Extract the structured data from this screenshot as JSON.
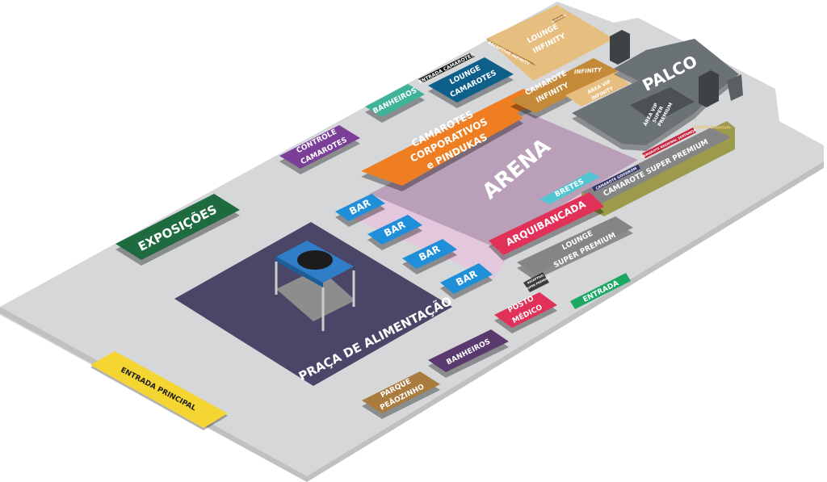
{
  "areas": {
    "exposicoes": "EXPOSIÇÕES",
    "controle_camarotes": [
      "CONTROLE",
      "CAMAROTES"
    ],
    "banheiros_top": "BANHEIROS",
    "entrada_camarotes": "ENTRADA CAMAROTES",
    "lounge_camarotes": [
      "LOUNGE",
      "CAMAROTES"
    ],
    "camarotes_corporativos": [
      "CAMAROTES",
      "CORPORATIVOS",
      "e PINDUKAS"
    ],
    "lounge_infinity": [
      "LOUNGE",
      "INFINITY"
    ],
    "receptivo_infinity": "RECEPTIVO INFINITY",
    "banheiros_infinity": "BANHEIROS",
    "camarote_infinity": [
      "CAMAROTE",
      "INFINITY"
    ],
    "infinity_logo": "INFINITY",
    "area_vip_infinity": [
      "ÁREA VIP",
      "INFINITY"
    ],
    "palco": "PALCO",
    "area_vip_super_premium": [
      "ÁREA VIP",
      "SUPER",
      "PREMIUM"
    ],
    "super_premium_logo": "SUPER Premium",
    "arena": "ARENA",
    "bretes": "BRETES",
    "camarote_goodrom": "CAMAROTE GOODROM",
    "camarote_regional": "CAMAROTE REGIONAL SERTANEJA",
    "camarote_super_premium": "CAMAROTE SUPER PREMIUM",
    "arquibancada": "ARQUIBANCADA",
    "lounge_super_premium": [
      "LOUNGE",
      "SUPER PREMIUM"
    ],
    "receptivo_super_premium": [
      "RECEPTIVO",
      "SUPER PREMIUM"
    ],
    "entrada": "ENTRADA",
    "bars": [
      "BAR",
      "BAR",
      "BAR",
      "BAR"
    ],
    "praca_alimentacao": "PRAÇA DE ALIMENTAÇÃO",
    "posto_medico": [
      "POSTO",
      "MÉDICO"
    ],
    "banheiros_bottom": "BANHEIROS",
    "parque_peaozinho": [
      "PARQUE",
      "PEÃOZINHO"
    ],
    "entrada_principal": "ENTRADA PRINCIPAL"
  },
  "colors": {
    "ground": "#d6d7d9",
    "green": "#1d6b3f",
    "purple": "#7b3f98",
    "teal": "#3fb39a",
    "blue_dark": "#0e5f8a",
    "orange": "#ef7d22",
    "arena": "#b9a0b8",
    "red": "#e23158",
    "cyan": "#4fc6d1",
    "grey": "#858585",
    "olive": "#9c9a4b",
    "palco": "#6b7275",
    "brown": "#c48a3a",
    "tan": "#e6be80",
    "bar_blue": "#1e8fd8",
    "praca": "#4a4668",
    "yellow": "#f4d531"
  }
}
